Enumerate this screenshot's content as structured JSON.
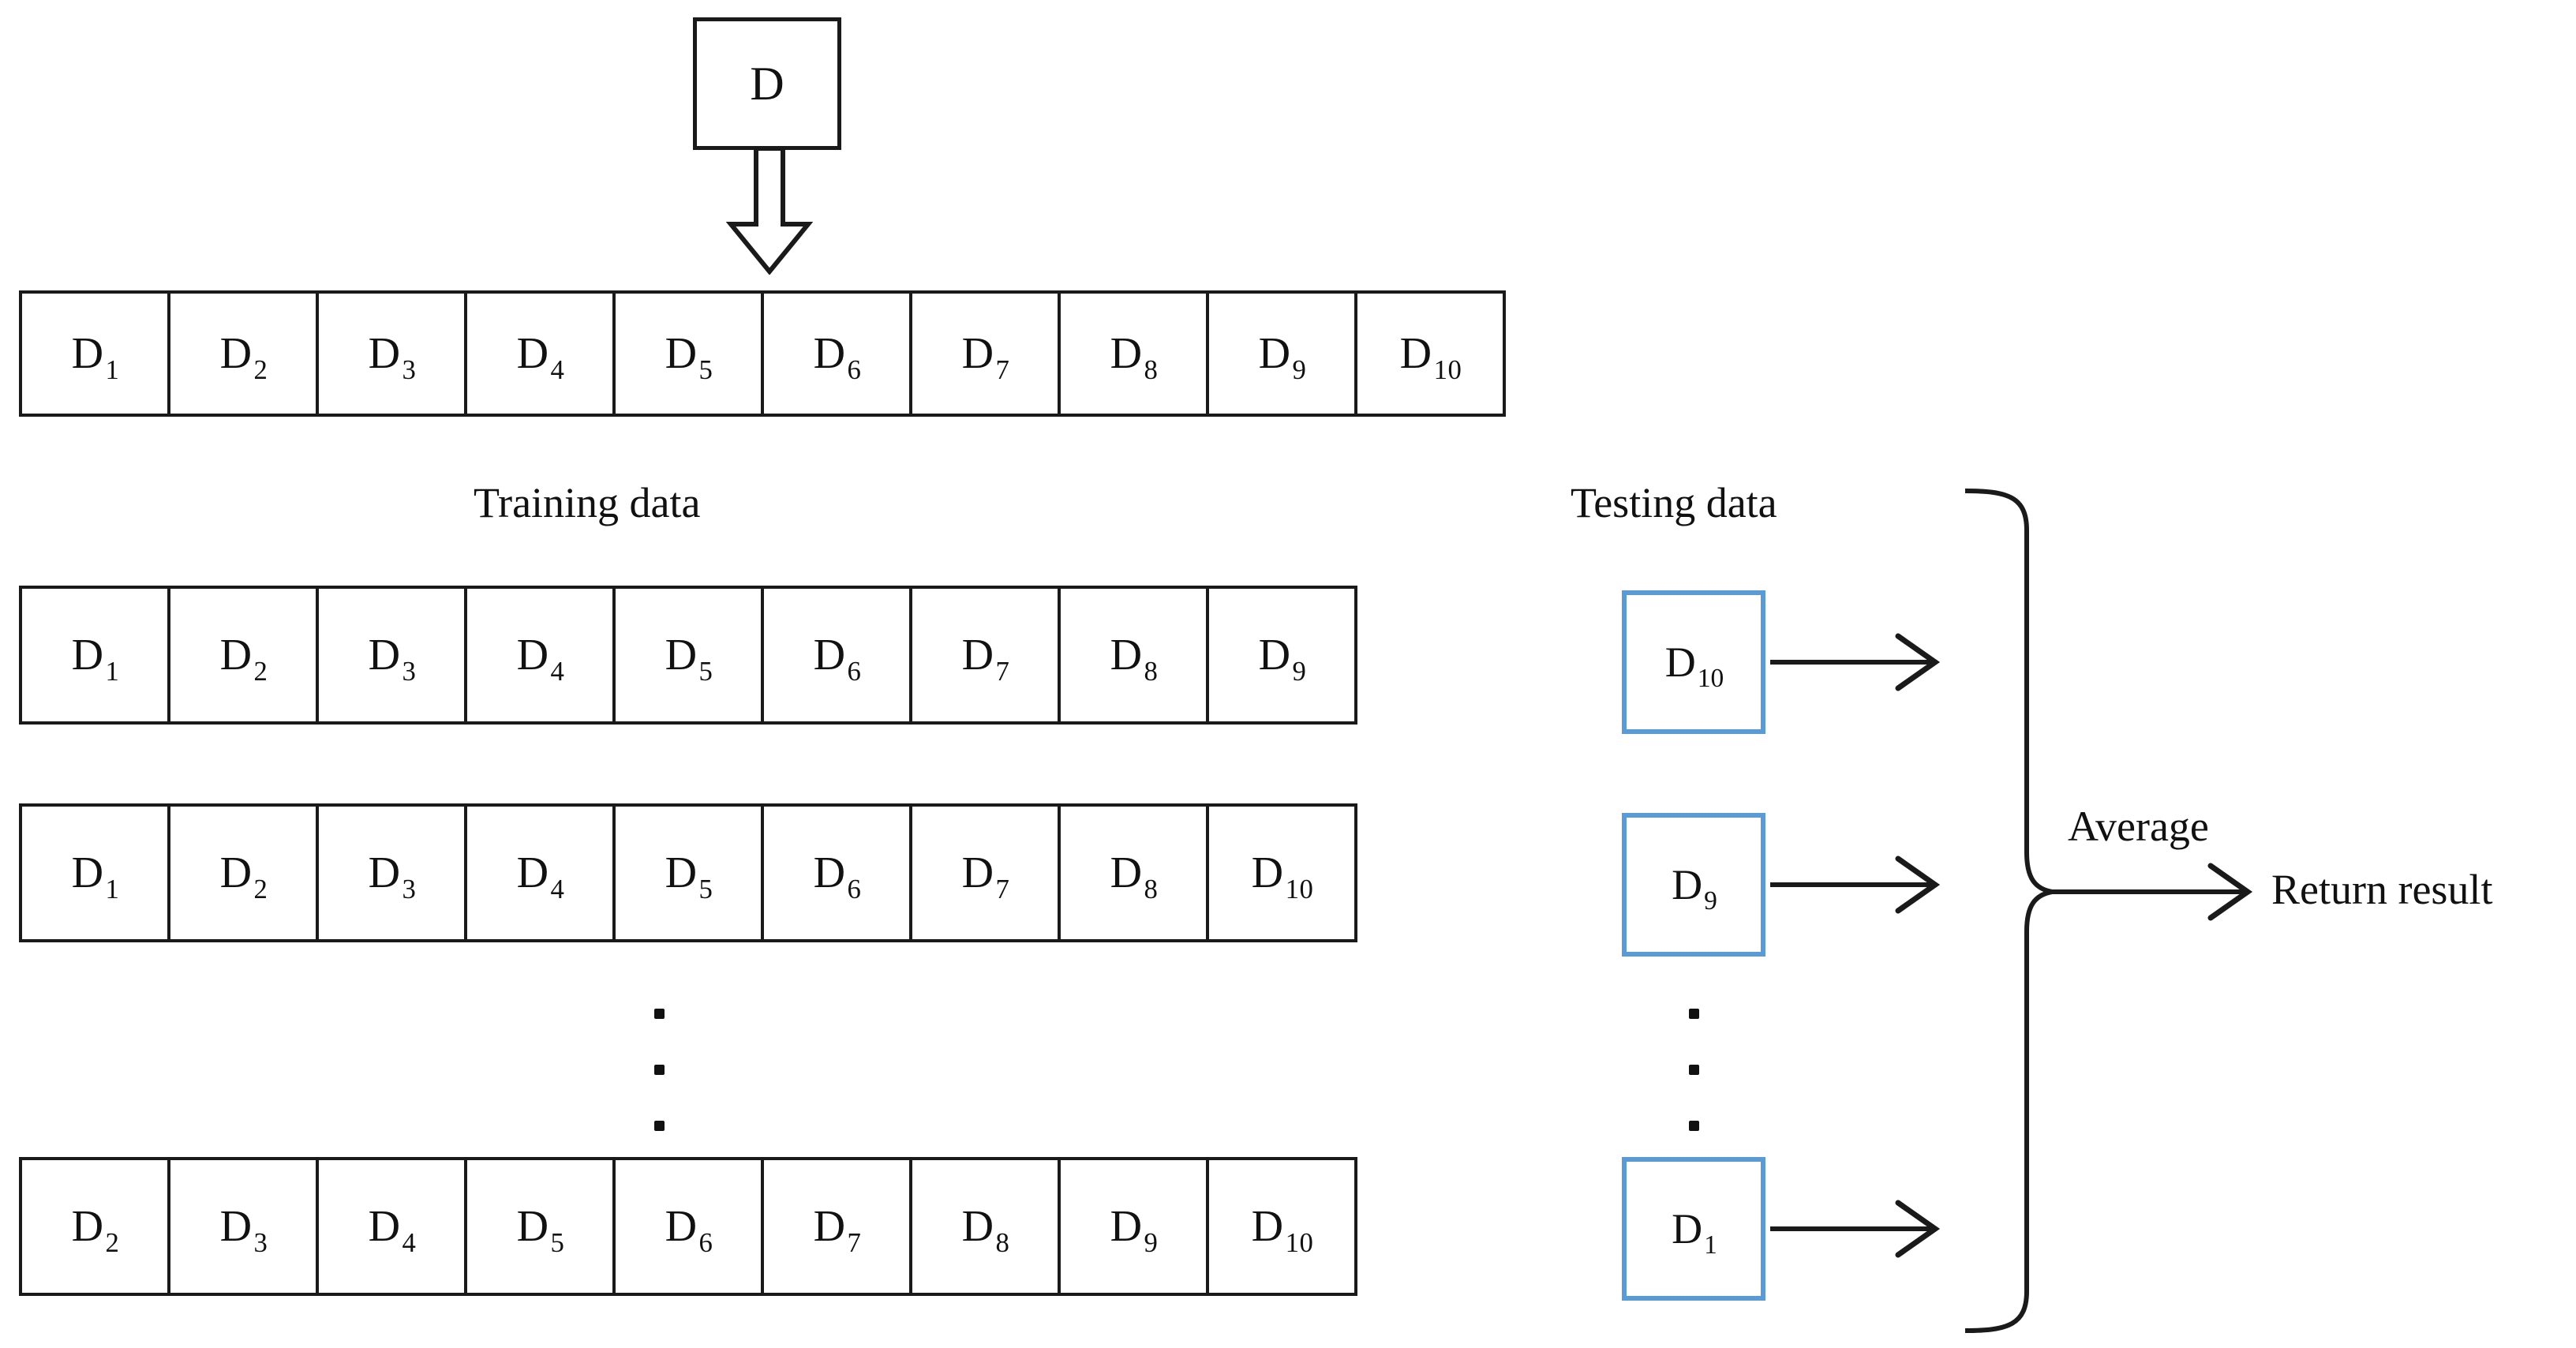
{
  "diagram": {
    "title_box": {
      "label": "D"
    },
    "flow_arrow": "down-block-arrow-icon",
    "full_dataset_row": {
      "name": "full-dataset-row",
      "cells": [
        "D1",
        "D2",
        "D3",
        "D4",
        "D5",
        "D6",
        "D7",
        "D8",
        "D9",
        "D10"
      ]
    },
    "section_labels": {
      "training": "Training data",
      "testing": "Testing data"
    },
    "training_rows": [
      {
        "name": "training-fold-1",
        "cells": [
          "D1",
          "D2",
          "D3",
          "D4",
          "D5",
          "D6",
          "D7",
          "D8",
          "D9"
        ]
      },
      {
        "name": "training-fold-2",
        "cells": [
          "D1",
          "D2",
          "D3",
          "D4",
          "D5",
          "D6",
          "D7",
          "D8",
          "D10"
        ]
      },
      {
        "name": "training-fold-n",
        "cells": [
          "D2",
          "D3",
          "D4",
          "D5",
          "D6",
          "D7",
          "D8",
          "D9",
          "D10"
        ]
      }
    ],
    "training_ellipsis": "vertical-ellipsis",
    "testing_boxes": [
      {
        "name": "testing-fold-1",
        "label": "D10"
      },
      {
        "name": "testing-fold-2",
        "label": "D9"
      },
      {
        "name": "testing-fold-n",
        "label": "D1"
      }
    ],
    "testing_ellipsis": "vertical-ellipsis",
    "aggregate": {
      "brace": "right-curly-brace",
      "average_label": "Average",
      "result_label": "Return result"
    },
    "subscripts": {
      "D1": {
        "base": "D",
        "sub": "1"
      },
      "D2": {
        "base": "D",
        "sub": "2"
      },
      "D3": {
        "base": "D",
        "sub": "3"
      },
      "D4": {
        "base": "D",
        "sub": "4"
      },
      "D5": {
        "base": "D",
        "sub": "5"
      },
      "D6": {
        "base": "D",
        "sub": "6"
      },
      "D7": {
        "base": "D",
        "sub": "7"
      },
      "D8": {
        "base": "D",
        "sub": "8"
      },
      "D9": {
        "base": "D",
        "sub": "9"
      },
      "D10": {
        "base": "D",
        "sub": "10"
      }
    },
    "colors": {
      "stroke": "#1a1a1a",
      "testing_border": "#5B9BD5",
      "background": "#ffffff",
      "text": "#111111"
    }
  }
}
